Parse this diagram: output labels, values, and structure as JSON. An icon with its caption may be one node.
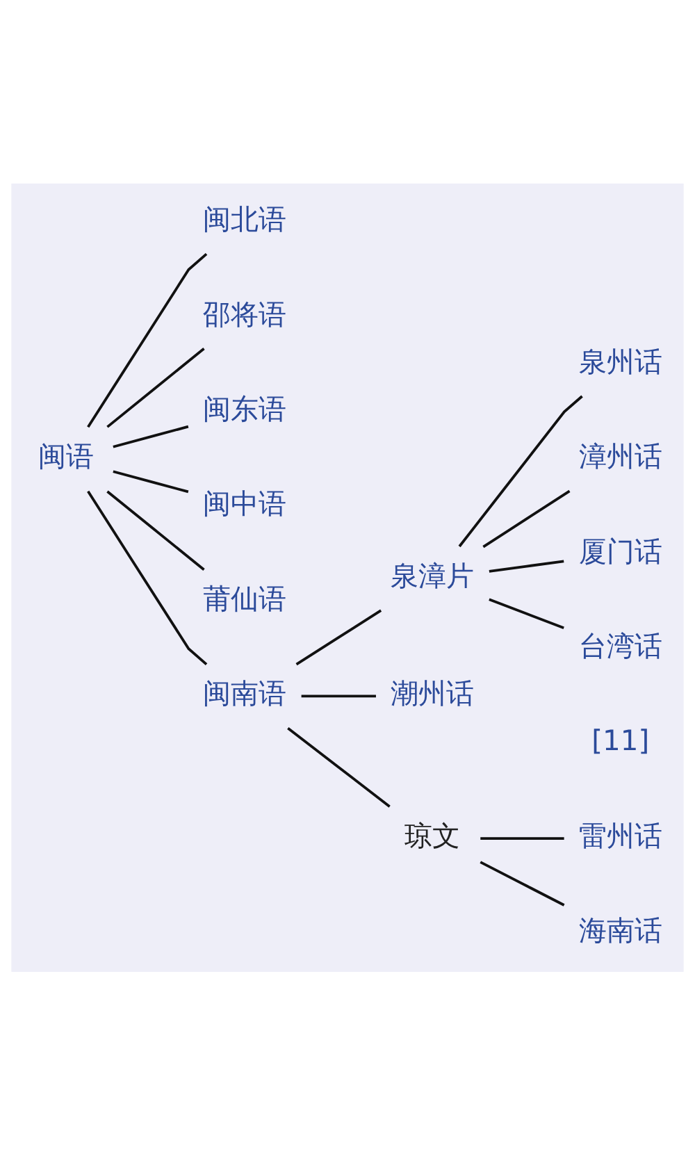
{
  "diagram": {
    "nodes": [
      {
        "text": [
          "闽语"
        ]
      },
      {
        "text": [
          "闽北语"
        ]
      },
      {
        "text": [
          "邵将语"
        ]
      },
      {
        "text": [
          "闽东语"
        ]
      },
      {
        "text": [
          "闽中语"
        ]
      },
      {
        "text": [
          "莆仙语"
        ]
      },
      {
        "text": [
          "闽南语"
        ]
      },
      {
        "text": [
          "泉漳片"
        ]
      },
      {
        "text": [
          "泉州话"
        ]
      },
      {
        "text": [
          "漳州话"
        ]
      },
      {
        "text": [
          "厦门话"
        ]
      },
      {
        "text": [
          "台湾话"
        ]
      },
      {
        "text": [
          "潮州话"
        ]
      },
      {
        "text": [
          "琼文"
        ]
      },
      {
        "text": [
          "雷州话"
        ]
      },
      {
        "text": [
          "海南话"
        ]
      }
    ],
    "edges": [
      {
        "from": 0,
        "to": 1,
        "arrow": "none"
      },
      {
        "from": 0,
        "to": 2,
        "arrow": "none"
      },
      {
        "from": 0,
        "to": 3,
        "arrow": "none"
      },
      {
        "from": 0,
        "to": 4,
        "arrow": "none"
      },
      {
        "from": 0,
        "to": 5,
        "arrow": "none"
      },
      {
        "from": 0,
        "to": 6,
        "arrow": "none"
      },
      {
        "from": 6,
        "to": 7,
        "arrow": "none"
      },
      {
        "from": 7,
        "to": 8,
        "arrow": "none"
      },
      {
        "from": 7,
        "to": 9,
        "arrow": "none"
      },
      {
        "from": 7,
        "to": 10,
        "arrow": "none"
      },
      {
        "from": 7,
        "to": 11,
        "arrow": "none"
      },
      {
        "from": 6,
        "to": 12,
        "arrow": "none"
      },
      {
        "from": 6,
        "to": 13,
        "arrow": "none"
      },
      {
        "from": 13,
        "to": 14,
        "arrow": "none"
      },
      {
        "from": 13,
        "to": 15,
        "arrow": "none"
      }
    ],
    "labels": [
      "[11]"
    ]
  }
}
